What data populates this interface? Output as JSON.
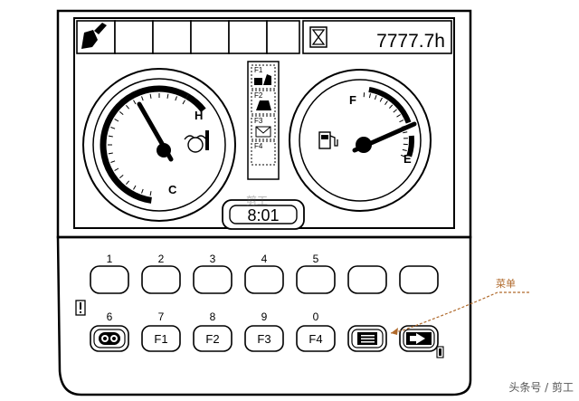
{
  "hour_meter": {
    "value": "7777.7h"
  },
  "clock": {
    "time": "8:01"
  },
  "temp_gauge": {
    "hot_label": "H",
    "cold_label": "C",
    "level": 0.62
  },
  "fuel_gauge": {
    "full_label": "F",
    "empty_label": "E",
    "level": 0.28
  },
  "function_indicators": [
    {
      "label": "F1"
    },
    {
      "label": "F2"
    },
    {
      "label": "F3"
    },
    {
      "label": "F4"
    }
  ],
  "number_keys": [
    "1",
    "2",
    "3",
    "4",
    "5"
  ],
  "bottom_keys": [
    {
      "number": "6",
      "label": ""
    },
    {
      "number": "7",
      "label": "F1"
    },
    {
      "number": "8",
      "label": "F2"
    },
    {
      "number": "9",
      "label": "F3"
    },
    {
      "number": "0",
      "label": "F4"
    }
  ],
  "menu_callout": {
    "label": "菜单"
  },
  "watermark": {
    "brand": "剪工",
    "credit": "头条号 / 剪工"
  },
  "colors": {
    "line": "#000000",
    "callout": "#b06a2c"
  }
}
